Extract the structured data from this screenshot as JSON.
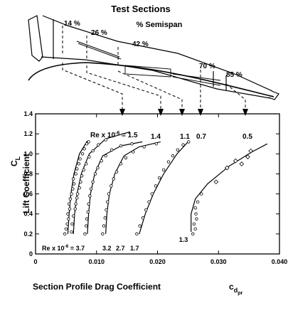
{
  "header": {
    "title": "Test Sections",
    "subtitle": "% Semispan",
    "stations": [
      "14 %",
      "26 %",
      "42 %",
      "70 %",
      "85 %"
    ]
  },
  "chart_data": {
    "type": "scatter",
    "xlabel": "Section Profile Drag Coefficient",
    "xlabel_symbol": "c",
    "xlabel_symbol_sub": "d",
    "xlabel_symbol_subsub": "pr",
    "ylabel": "Lift Coefficient",
    "ylabel_symbol": "C",
    "ylabel_symbol_sub": "L",
    "xlim": [
      0,
      0.04
    ],
    "ylim": [
      0,
      1.4
    ],
    "x_ticks": [
      {
        "value": 0.01,
        "label": "0.010"
      },
      {
        "value": 0.02,
        "label": "0.020"
      },
      {
        "value": 0.03,
        "label": "0.030"
      },
      {
        "value": 0.04,
        "label": "0.040"
      }
    ],
    "y_ticks": [
      {
        "value": 0.2,
        "label": "0.2"
      },
      {
        "value": 0.4,
        "label": "0.4"
      },
      {
        "value": 0.6,
        "label": "0.6"
      },
      {
        "value": 0.8,
        "label": "0.8"
      },
      {
        "value": 1.0,
        "label": "1.0"
      },
      {
        "value": 1.2,
        "label": "1.2"
      },
      {
        "value": 1.4,
        "label": "1.4"
      }
    ],
    "top_annotation": {
      "prefix": "Re x 10",
      "exp": "-6",
      "suffix": " = 1.5"
    },
    "top_labels": [
      "1.4",
      "1.1",
      "0.7",
      "0.5"
    ],
    "bottom_annotation": {
      "prefix": "Re x 10",
      "exp": "-6",
      "suffix": " = 3.7",
      "rest": [
        "3.2",
        "2.7",
        "1.7"
      ]
    },
    "bottom_label_13": "1.3",
    "series": [
      {
        "curve": [
          [
            0.0053,
            0.2
          ],
          [
            0.0055,
            0.4
          ],
          [
            0.0058,
            0.6
          ],
          [
            0.0063,
            0.8
          ],
          [
            0.0072,
            1.0
          ],
          [
            0.0085,
            1.13
          ]
        ],
        "points": [
          [
            0.0048,
            0.2
          ],
          [
            0.005,
            0.25
          ],
          [
            0.0052,
            0.3
          ],
          [
            0.0054,
            0.35
          ],
          [
            0.0053,
            0.4
          ],
          [
            0.0056,
            0.45
          ],
          [
            0.0055,
            0.5
          ],
          [
            0.0057,
            0.55
          ],
          [
            0.0059,
            0.6
          ],
          [
            0.0061,
            0.65
          ],
          [
            0.0063,
            0.7
          ],
          [
            0.0062,
            0.75
          ],
          [
            0.0066,
            0.8
          ],
          [
            0.0068,
            0.85
          ],
          [
            0.0071,
            0.9
          ],
          [
            0.0073,
            0.95
          ],
          [
            0.0077,
            1.0
          ],
          [
            0.008,
            1.05
          ],
          [
            0.0084,
            1.1
          ],
          [
            0.0087,
            1.12
          ]
        ]
      },
      {
        "curve": [
          [
            0.0062,
            0.2
          ],
          [
            0.0064,
            0.4
          ],
          [
            0.0068,
            0.6
          ],
          [
            0.0075,
            0.8
          ],
          [
            0.0088,
            1.0
          ],
          [
            0.0115,
            1.15
          ],
          [
            0.0155,
            1.22
          ]
        ],
        "points": [
          [
            0.0059,
            0.22
          ],
          [
            0.006,
            0.3
          ],
          [
            0.0062,
            0.38
          ],
          [
            0.0065,
            0.45
          ],
          [
            0.0066,
            0.5
          ],
          [
            0.0068,
            0.56
          ],
          [
            0.0069,
            0.6
          ],
          [
            0.0072,
            0.66
          ],
          [
            0.0074,
            0.72
          ],
          [
            0.0076,
            0.78
          ],
          [
            0.0079,
            0.84
          ],
          [
            0.0083,
            0.9
          ],
          [
            0.0088,
            0.97
          ],
          [
            0.0094,
            1.03
          ],
          [
            0.0103,
            1.09
          ],
          [
            0.0115,
            1.14
          ]
        ]
      },
      {
        "curve": [
          [
            0.0085,
            0.2
          ],
          [
            0.0087,
            0.4
          ],
          [
            0.009,
            0.6
          ],
          [
            0.0097,
            0.8
          ],
          [
            0.011,
            0.98
          ],
          [
            0.014,
            1.08
          ],
          [
            0.0175,
            1.12
          ]
        ],
        "points": [
          [
            0.0081,
            0.2
          ],
          [
            0.0083,
            0.28
          ],
          [
            0.0084,
            0.35
          ],
          [
            0.0086,
            0.42
          ],
          [
            0.0087,
            0.5
          ],
          [
            0.0089,
            0.58
          ],
          [
            0.0091,
            0.65
          ],
          [
            0.0094,
            0.72
          ],
          [
            0.0098,
            0.8
          ],
          [
            0.0102,
            0.86
          ],
          [
            0.0108,
            0.93
          ],
          [
            0.0115,
            0.98
          ],
          [
            0.0125,
            1.04
          ],
          [
            0.014,
            1.08
          ],
          [
            0.0158,
            1.1
          ]
        ]
      },
      {
        "curve": [
          [
            0.0115,
            0.2
          ],
          [
            0.0117,
            0.4
          ],
          [
            0.0121,
            0.6
          ],
          [
            0.013,
            0.8
          ],
          [
            0.0145,
            0.98
          ],
          [
            0.017,
            1.07
          ],
          [
            0.0205,
            1.12
          ]
        ],
        "points": [
          [
            0.011,
            0.2
          ],
          [
            0.0112,
            0.28
          ],
          [
            0.0114,
            0.36
          ],
          [
            0.0116,
            0.44
          ],
          [
            0.0118,
            0.52
          ],
          [
            0.012,
            0.6
          ],
          [
            0.0124,
            0.68
          ],
          [
            0.0128,
            0.75
          ],
          [
            0.0133,
            0.82
          ],
          [
            0.014,
            0.9
          ],
          [
            0.0148,
            0.96
          ],
          [
            0.016,
            1.02
          ],
          [
            0.0178,
            1.07
          ],
          [
            0.0198,
            1.1
          ]
        ]
      },
      {
        "curve": [
          [
            0.017,
            0.2
          ],
          [
            0.018,
            0.4
          ],
          [
            0.0193,
            0.6
          ],
          [
            0.021,
            0.8
          ],
          [
            0.0232,
            1.0
          ],
          [
            0.025,
            1.12
          ]
        ],
        "points": [
          [
            0.0166,
            0.2
          ],
          [
            0.0171,
            0.28
          ],
          [
            0.0176,
            0.36
          ],
          [
            0.0181,
            0.44
          ],
          [
            0.0186,
            0.52
          ],
          [
            0.0191,
            0.6
          ],
          [
            0.0197,
            0.68
          ],
          [
            0.0203,
            0.76
          ],
          [
            0.021,
            0.84
          ],
          [
            0.0218,
            0.92
          ],
          [
            0.0225,
            0.98
          ],
          [
            0.0233,
            1.04
          ],
          [
            0.0242,
            1.09
          ],
          [
            0.0251,
            1.12
          ]
        ]
      },
      {
        "curve": [
          [
            0.0255,
            0.22
          ],
          [
            0.0255,
            0.4
          ],
          [
            0.0262,
            0.55
          ],
          [
            0.0282,
            0.7
          ],
          [
            0.0318,
            0.88
          ],
          [
            0.0355,
            1.02
          ],
          [
            0.038,
            1.1
          ]
        ],
        "points": [
          [
            0.0258,
            0.2
          ],
          [
            0.0262,
            0.25
          ],
          [
            0.026,
            0.3
          ],
          [
            0.0264,
            0.35
          ],
          [
            0.0263,
            0.4
          ],
          [
            0.0262,
            0.46
          ],
          [
            0.0266,
            0.52
          ],
          [
            0.0272,
            0.6
          ],
          [
            0.0296,
            0.72
          ],
          [
            0.0314,
            0.86
          ],
          [
            0.0328,
            0.93
          ],
          [
            0.0338,
            0.9
          ],
          [
            0.0348,
            0.97
          ],
          [
            0.0353,
            1.03
          ]
        ]
      }
    ]
  }
}
